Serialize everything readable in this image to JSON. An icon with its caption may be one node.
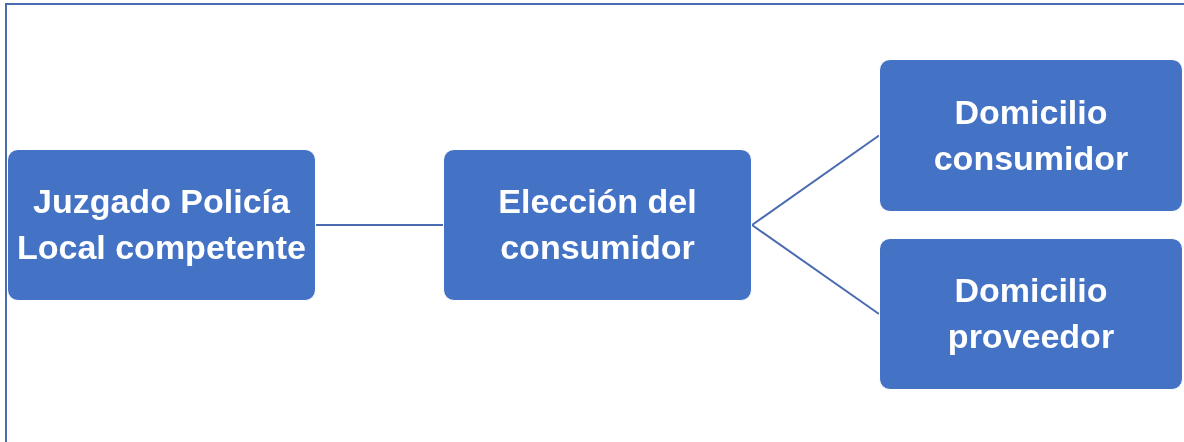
{
  "diagram": {
    "nodes": [
      {
        "text": [
          "Juzgado Policía Local competente"
        ]
      },
      {
        "text": [
          "Elección del consumidor"
        ]
      },
      {
        "text": [
          "Domicilio consumidor"
        ]
      },
      {
        "text": [
          "Domicilio proveedor"
        ]
      }
    ],
    "edges": [
      {
        "from": 0,
        "to": 1,
        "arrow": "none"
      },
      {
        "from": 1,
        "to": 2,
        "arrow": "none"
      },
      {
        "from": 1,
        "to": 3,
        "arrow": "none"
      }
    ]
  }
}
